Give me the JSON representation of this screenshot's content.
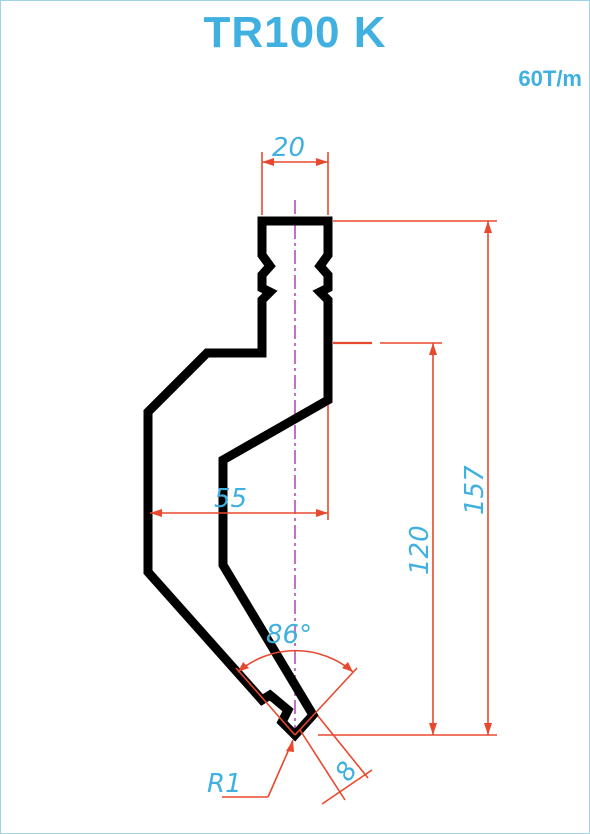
{
  "title": "TR100 K",
  "capacity": "60T/m",
  "dimensions": {
    "top_width": "20",
    "total_height": "157",
    "working_height": "120",
    "offset": "55",
    "tip_angle": "86°",
    "tip_width": "8",
    "tip_radius": "R1"
  },
  "colors": {
    "profile": "#000000",
    "dimension_line": "#e8482e",
    "dimension_text": "#3fb0e0",
    "center_line": "#b040b0",
    "frame": "#9fd2e6"
  }
}
